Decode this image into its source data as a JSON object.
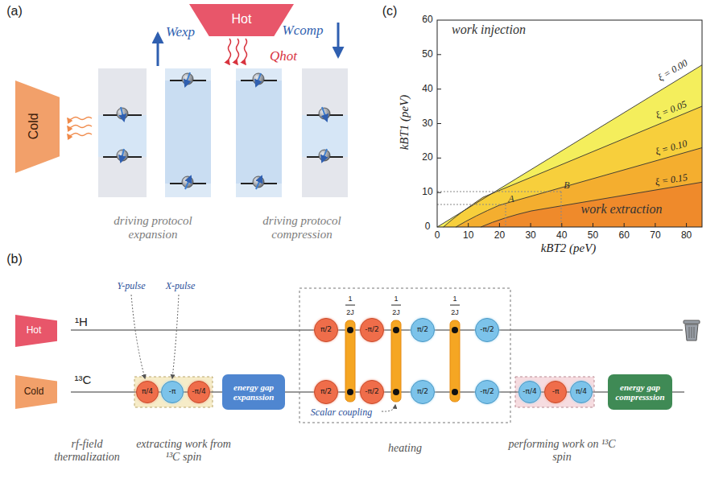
{
  "diagram": {
    "nodes": [
      {
        "text": [
          "Hot"
        ]
      },
      {
        "text": [
          "Cold"
        ]
      },
      {
        "text": [
          "Hot"
        ]
      },
      {
        "text": [
          "Cold"
        ]
      },
      {
        "text": [
          "π/4"
        ]
      },
      {
        "text": [
          "-π"
        ]
      },
      {
        "text": [
          "-π/4"
        ]
      },
      {
        "text": [
          "energy gap expanssion"
        ]
      },
      {
        "text": [
          "π/2"
        ]
      },
      {
        "text": [
          "-π/2"
        ]
      },
      {
        "text": [
          "π/2"
        ]
      },
      {
        "text": [
          "-π/2"
        ]
      },
      {
        "text": [
          "π/2"
        ]
      },
      {
        "text": [
          "-π/2"
        ]
      },
      {
        "text": [
          "π/2"
        ]
      },
      {
        "text": [
          "-π/2"
        ]
      },
      {
        "text": [
          "-π/4"
        ]
      },
      {
        "text": [
          "-π"
        ]
      },
      {
        "text": [
          "π/4"
        ]
      },
      {
        "text": [
          "energy gap compresssion"
        ]
      }
    ],
    "labels": [
      "(a)",
      "Wexp",
      "Qhot",
      "Wcomp",
      "driving protocol expansion",
      "driving protocol compression",
      "(c)",
      "0",
      "10",
      "20",
      "30",
      "40",
      "50",
      "60",
      "0",
      "10",
      "20",
      "30",
      "40",
      "50",
      "60",
      "70",
      "80",
      "kBT1 (peV)",
      "kBT2 (peV)",
      "work injection",
      "work extraction",
      "ξ = 0.00",
      "ξ = 0.05",
      "ξ = 0.10",
      "ξ = 0.15",
      "A",
      "B",
      "(b)",
      "¹H",
      "¹³C",
      "Y-pulse",
      "X-pulse",
      "1",
      "2J",
      "1",
      "2J",
      "1",
      "2J",
      "Scalar coupling",
      "rf-field thermalization",
      "extracting work from ¹³C spin",
      "heating",
      "performing work on ¹³C spin"
    ]
  }
}
